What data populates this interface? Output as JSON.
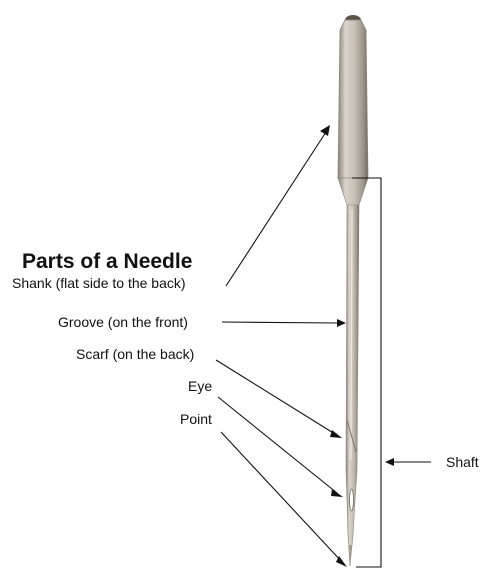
{
  "title": "Parts of a Needle",
  "labels": {
    "shank": "Shank (flat side to the back)",
    "groove": "Groove (on the front)",
    "scarf": "Scarf (on the back)",
    "eye": "Eye",
    "point": "Point",
    "shaft": "Shaft"
  },
  "colors": {
    "needle_light": "#d9d4cc",
    "needle_mid": "#b3aca1",
    "needle_dark": "#6f685e",
    "line": "#111111"
  }
}
